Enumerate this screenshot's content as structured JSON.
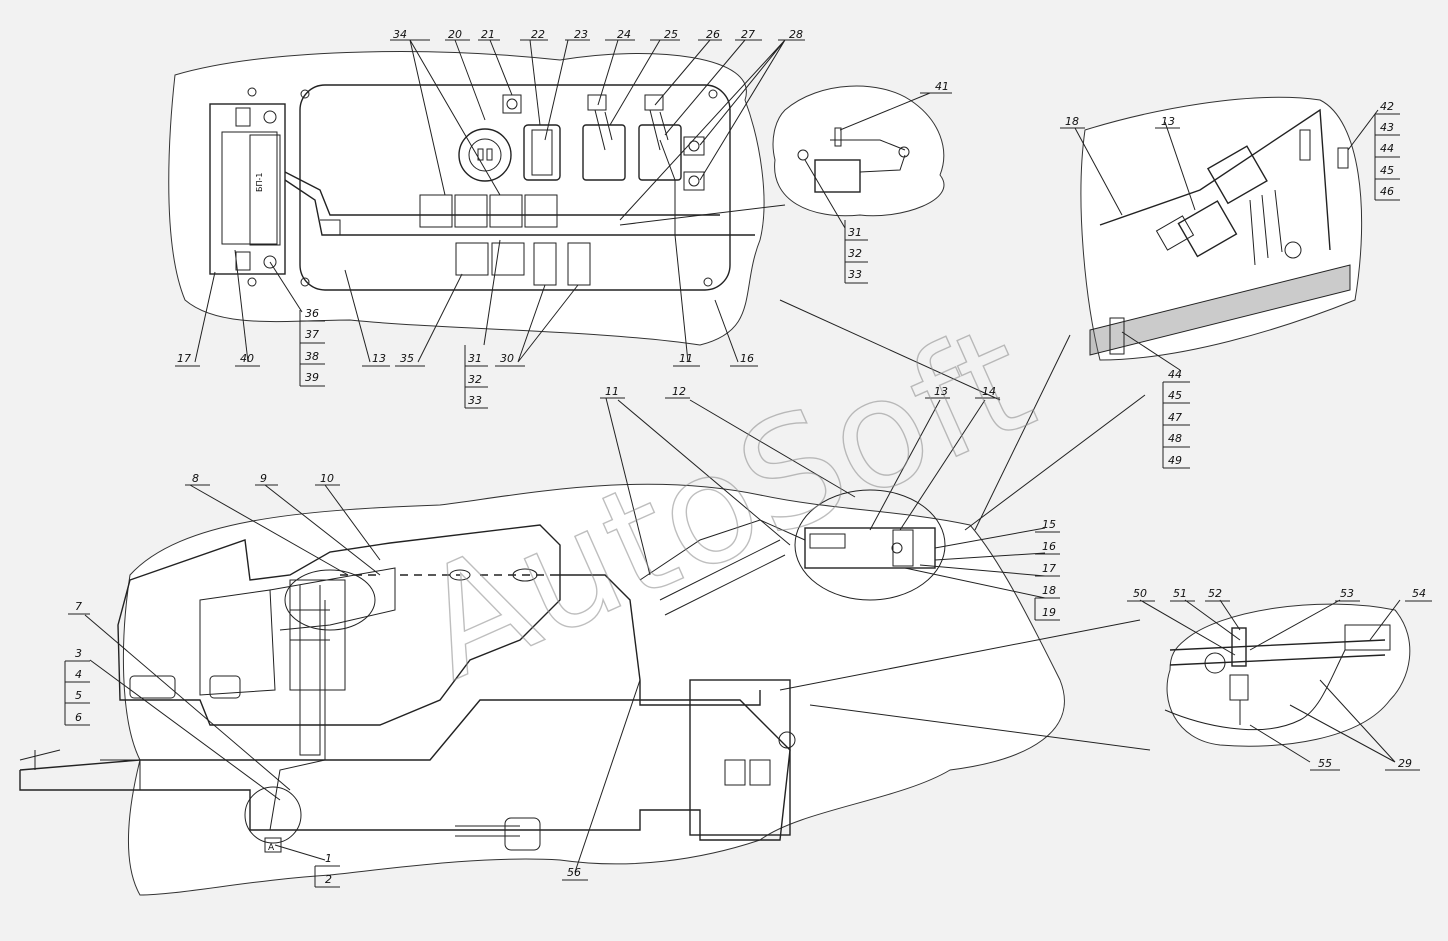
{
  "watermark": "AutoSoft",
  "colors": {
    "background": "#f2f2f2",
    "line": "#222222",
    "panel": "#ffffff"
  },
  "callouts": {
    "top_row": [
      "34",
      "20",
      "21",
      "22",
      "23",
      "24",
      "25",
      "26",
      "27",
      "28",
      "41",
      "18",
      "13",
      "42",
      "43",
      "44",
      "45",
      "46"
    ],
    "panel_bottom": [
      "17",
      "40",
      "36",
      "37",
      "38",
      "39",
      "13",
      "35",
      "31",
      "32",
      "33",
      "30",
      "11",
      "16"
    ],
    "relay_stack": [
      "31",
      "32",
      "33"
    ],
    "right_detail": [
      "44",
      "45",
      "47",
      "48",
      "49"
    ],
    "main_view_top": [
      "8",
      "9",
      "10",
      "11",
      "12",
      "13",
      "14"
    ],
    "main_view_right": [
      "15",
      "16",
      "17",
      "18",
      "19"
    ],
    "main_view_left": [
      "7",
      "3",
      "4",
      "5",
      "6"
    ],
    "main_view_bottom": [
      "1",
      "2",
      "56"
    ],
    "sensor_detail": [
      "50",
      "51",
      "52",
      "53",
      "54",
      "55",
      "29"
    ]
  },
  "labels": [
    {
      "id": "l34",
      "text": "34"
    },
    {
      "id": "l20",
      "text": "20"
    },
    {
      "id": "l21",
      "text": "21"
    },
    {
      "id": "l22",
      "text": "22"
    },
    {
      "id": "l23",
      "text": "23"
    },
    {
      "id": "l24",
      "text": "24"
    },
    {
      "id": "l25",
      "text": "25"
    },
    {
      "id": "l26",
      "text": "26"
    },
    {
      "id": "l27",
      "text": "27"
    },
    {
      "id": "l28",
      "text": "28"
    },
    {
      "id": "l41",
      "text": "41"
    },
    {
      "id": "l31a",
      "text": "31"
    },
    {
      "id": "l32a",
      "text": "32"
    },
    {
      "id": "l33a",
      "text": "33"
    },
    {
      "id": "l17a",
      "text": "17"
    },
    {
      "id": "l40",
      "text": "40"
    },
    {
      "id": "l36",
      "text": "36"
    },
    {
      "id": "l37",
      "text": "37"
    },
    {
      "id": "l38",
      "text": "38"
    },
    {
      "id": "l39",
      "text": "39"
    },
    {
      "id": "l13a",
      "text": "13"
    },
    {
      "id": "l35",
      "text": "35"
    },
    {
      "id": "l31b",
      "text": "31"
    },
    {
      "id": "l32b",
      "text": "32"
    },
    {
      "id": "l33b",
      "text": "33"
    },
    {
      "id": "l30",
      "text": "30"
    },
    {
      "id": "l11a",
      "text": "11"
    },
    {
      "id": "l16a",
      "text": "16"
    },
    {
      "id": "l18a",
      "text": "18"
    },
    {
      "id": "l13b",
      "text": "13"
    },
    {
      "id": "l42",
      "text": "42"
    },
    {
      "id": "l43",
      "text": "43"
    },
    {
      "id": "l44a",
      "text": "44"
    },
    {
      "id": "l45a",
      "text": "45"
    },
    {
      "id": "l46",
      "text": "46"
    },
    {
      "id": "l44b",
      "text": "44"
    },
    {
      "id": "l45b",
      "text": "45"
    },
    {
      "id": "l47",
      "text": "47"
    },
    {
      "id": "l48",
      "text": "48"
    },
    {
      "id": "l49",
      "text": "49"
    },
    {
      "id": "l8",
      "text": "8"
    },
    {
      "id": "l9",
      "text": "9"
    },
    {
      "id": "l10",
      "text": "10"
    },
    {
      "id": "l11b",
      "text": "11"
    },
    {
      "id": "l12",
      "text": "12"
    },
    {
      "id": "l13c",
      "text": "13"
    },
    {
      "id": "l14",
      "text": "14"
    },
    {
      "id": "l15",
      "text": "15"
    },
    {
      "id": "l16b",
      "text": "16"
    },
    {
      "id": "l17b",
      "text": "17"
    },
    {
      "id": "l18b",
      "text": "18"
    },
    {
      "id": "l19",
      "text": "19"
    },
    {
      "id": "l7",
      "text": "7"
    },
    {
      "id": "l3",
      "text": "3"
    },
    {
      "id": "l4",
      "text": "4"
    },
    {
      "id": "l5",
      "text": "5"
    },
    {
      "id": "l6",
      "text": "6"
    },
    {
      "id": "l1",
      "text": "1"
    },
    {
      "id": "l2",
      "text": "2"
    },
    {
      "id": "l56",
      "text": "56"
    },
    {
      "id": "l50",
      "text": "50"
    },
    {
      "id": "l51",
      "text": "51"
    },
    {
      "id": "l52",
      "text": "52"
    },
    {
      "id": "l53",
      "text": "53"
    },
    {
      "id": "l54",
      "text": "54"
    },
    {
      "id": "l55",
      "text": "55"
    },
    {
      "id": "l29",
      "text": "29"
    }
  ],
  "panel_marking": "БП-1",
  "point_marker": "A"
}
